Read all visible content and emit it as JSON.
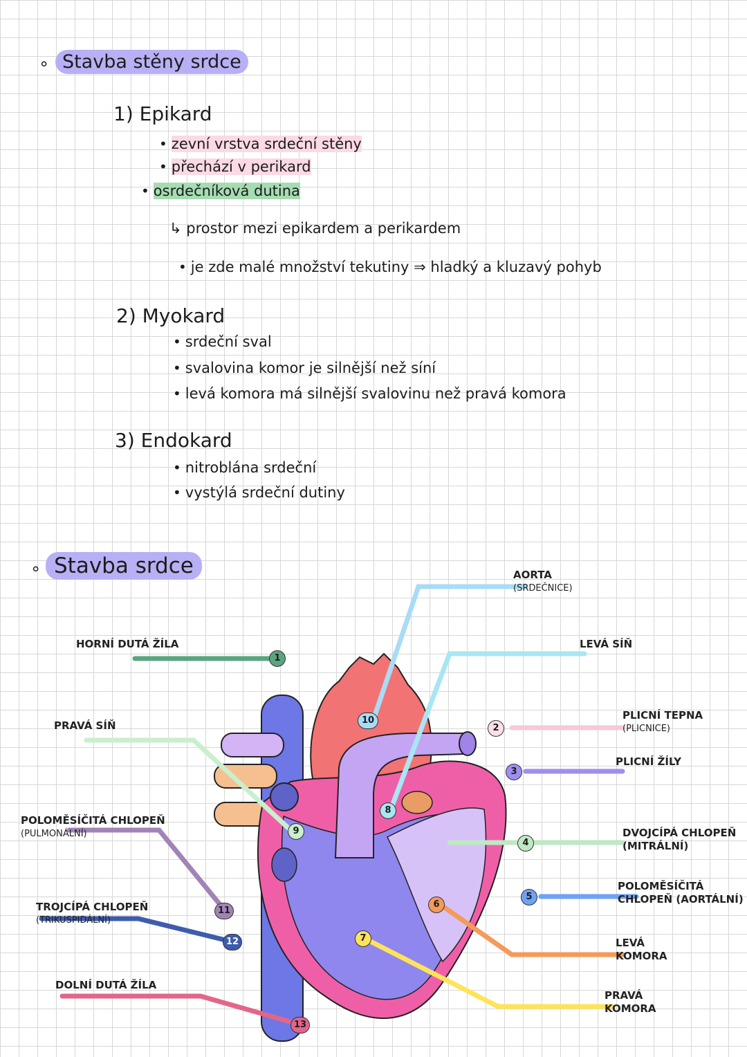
{
  "section1": {
    "heading": "Stavba stěny srdce",
    "items": [
      {
        "title": "1) Epikard",
        "bullets": [
          "zevní vrstva srdeční stěny",
          "přechází v perikard"
        ]
      },
      {
        "title": "2) Myokard",
        "bullets": [
          "srdeční sval",
          "svalovina komor je silnější než síní",
          "levá komora má silnější svalovinu než pravá komora"
        ]
      },
      {
        "title": "3) Endokard",
        "bullets": [
          "nitroblána srdeční",
          "vystýlá srdeční dutiny"
        ]
      }
    ],
    "cavity": {
      "title": "osrdečníková dutina",
      "arrow_text": "prostor mezi epikardem a perikardem",
      "bullet": "je zde malé množství tekutiny ⇒ hladký a kluzavý pohyb"
    }
  },
  "section2": {
    "heading": "Stavba srdce",
    "labels": [
      {
        "num": "1",
        "text": "HORNÍ DUTÁ ŽÍLA",
        "color": "#5aa57f"
      },
      {
        "num": "2",
        "text": "PLICNÍ TEPNA",
        "sub": "(PLICNICE)",
        "color": "#f7c8d8"
      },
      {
        "num": "3",
        "text": "PLICNÍ ŽÍLY",
        "color": "#a08ef0"
      },
      {
        "num": "4",
        "text": "DVOJCÍPÁ CHLOPEŇ (MITRÁLNÍ)",
        "color": "#bfe8c4"
      },
      {
        "num": "5",
        "text": "POLOMĚSÍČITÁ CHLOPEŇ (AORTÁLNÍ)",
        "color": "#6fa2f2"
      },
      {
        "num": "6",
        "text": "LEVÁ KOMORA",
        "color": "#f49a5a"
      },
      {
        "num": "7",
        "text": "PRAVÁ KOMORA",
        "color": "#ffe35a"
      },
      {
        "num": "8",
        "text": "LEVÁ SÍŇ",
        "color": "#a7e7f2"
      },
      {
        "num": "9",
        "text": "PRAVÁ SÍŇ",
        "color": "#c9efcc"
      },
      {
        "num": "10",
        "text": "AORTA",
        "sub": "(SRDEČNICE)",
        "color": "#a8dcf6"
      },
      {
        "num": "11",
        "text": "POLOMĚSÍČITÁ CHLOPEŇ",
        "sub": "(PULMONÁLNÍ)",
        "color": "#a184b5"
      },
      {
        "num": "12",
        "text": "TROJCÍPÁ CHLOPEŇ",
        "sub": "(TRIKUSPIDÁLNÍ)",
        "color": "#3e5cae"
      },
      {
        "num": "13",
        "text": "DOLNÍ DUTÁ ŽÍLA",
        "color": "#e2668a"
      }
    ]
  }
}
